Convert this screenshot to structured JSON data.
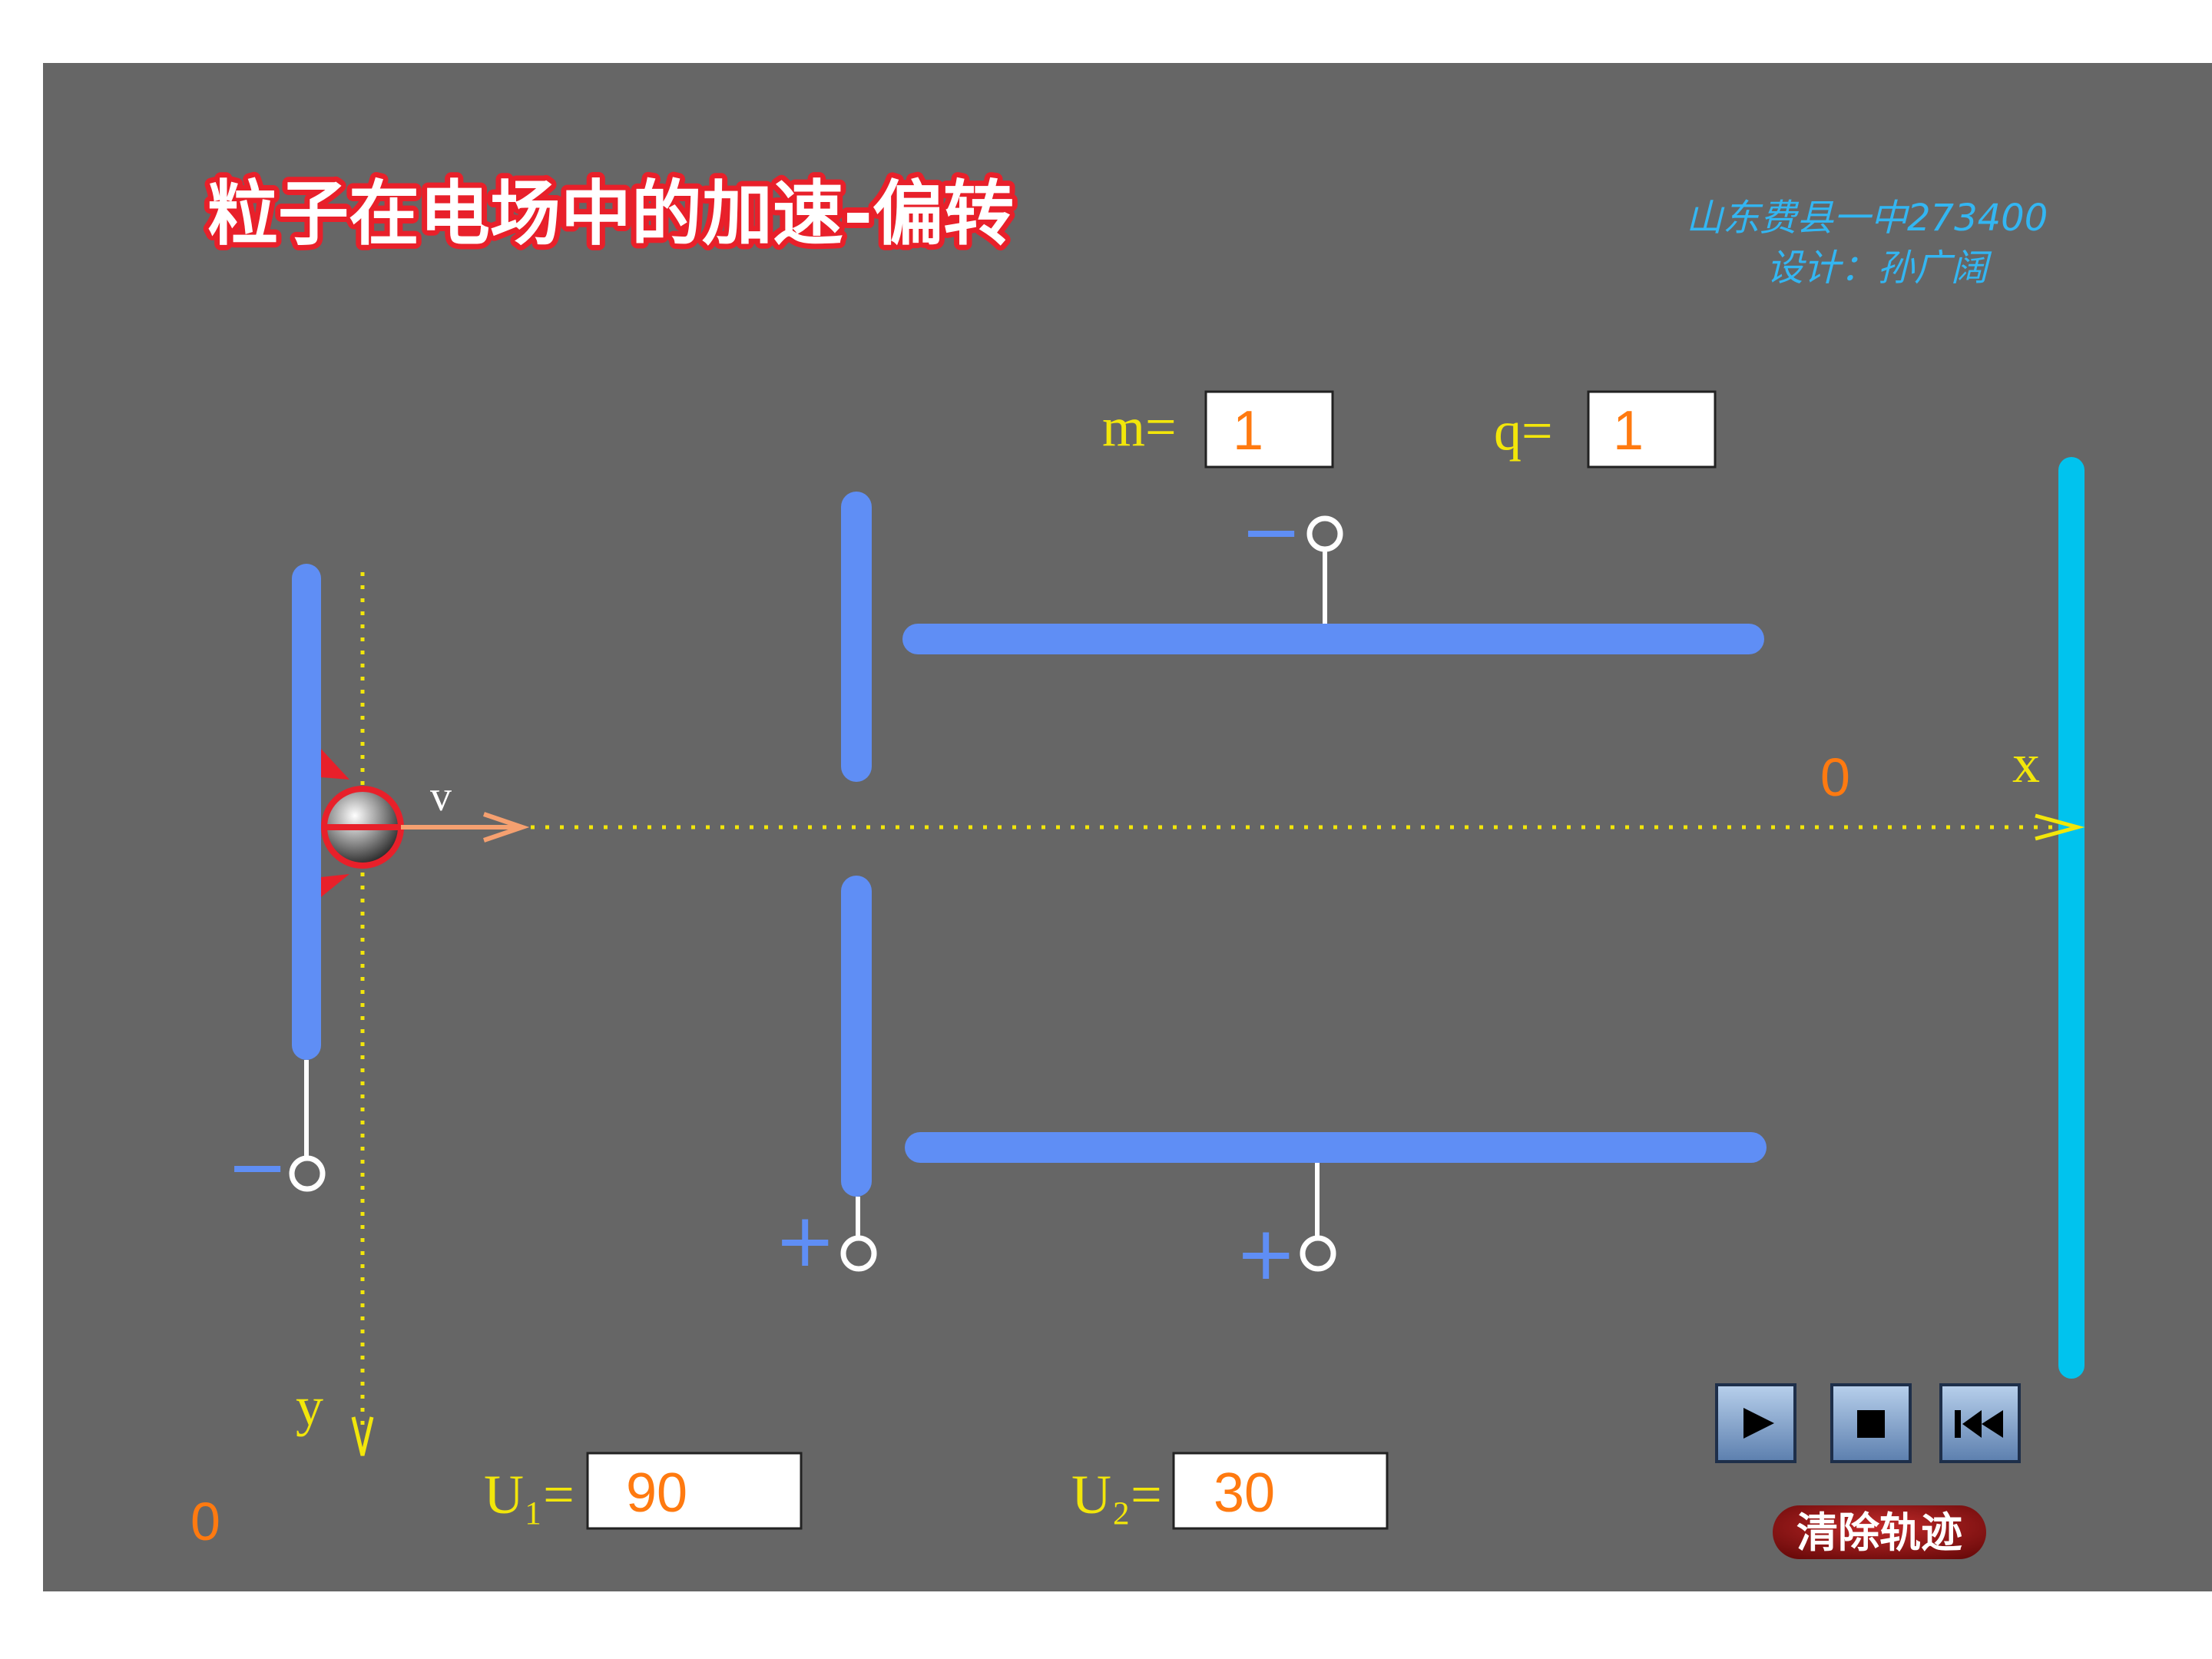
{
  "title": "粒子在电场中的加速-偏转",
  "credit": {
    "line1": "山东费县一中273400",
    "line2": "设计：孙广阔"
  },
  "params": {
    "m_label": "m=",
    "m_value": "1",
    "q_label": "q=",
    "q_value": "1",
    "u1_label": "U₁=",
    "u1_value": "90",
    "u2_label": "U₂=",
    "u2_value": "30"
  },
  "axes": {
    "x_label": "x",
    "y_label": "y",
    "x_origin": "0",
    "y_origin": "0",
    "velocity_label": "v"
  },
  "terminals": {
    "minus": "−",
    "plus": "+"
  },
  "controls": {
    "play_icon": "play-icon",
    "stop_icon": "stop-icon",
    "rewind_icon": "rewind-icon",
    "clear_label": "清除轨迹"
  },
  "colors": {
    "background": "#666666",
    "plate": "#5f8ef5",
    "screen": "#00c3ee",
    "axis": "#f2e60a",
    "value": "#ff7a10",
    "title_outline": "#e8202a",
    "credit": "#33b6f2"
  }
}
